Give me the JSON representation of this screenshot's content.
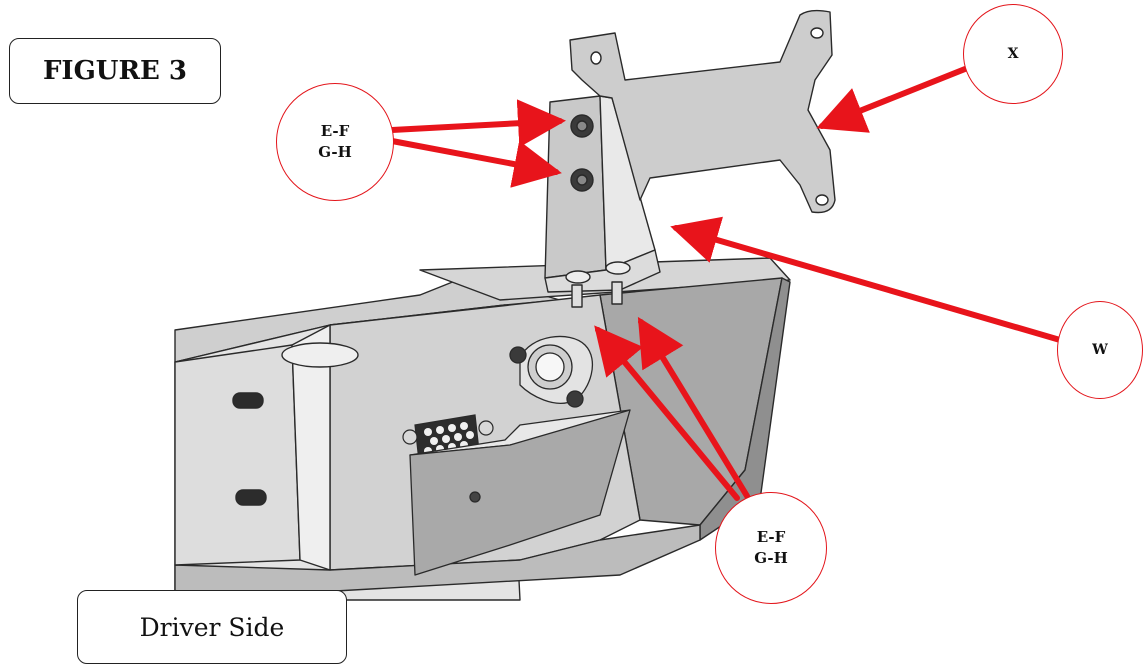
{
  "figure_title": "FIGURE 3",
  "side_label": "Driver Side",
  "callouts": {
    "ef_top": {
      "line1": "E-F",
      "line2": "G-H"
    },
    "x": {
      "text": "X"
    },
    "w": {
      "text": "W"
    },
    "ef_bottom": {
      "line1": "E-F",
      "line2": "G-H"
    }
  },
  "colors": {
    "arrow": "#e8141b",
    "metal_light": "#dcdcdc",
    "metal_mid": "#bdbdbd",
    "metal_dark": "#8a8a8a",
    "outline": "#2a2a2a"
  }
}
